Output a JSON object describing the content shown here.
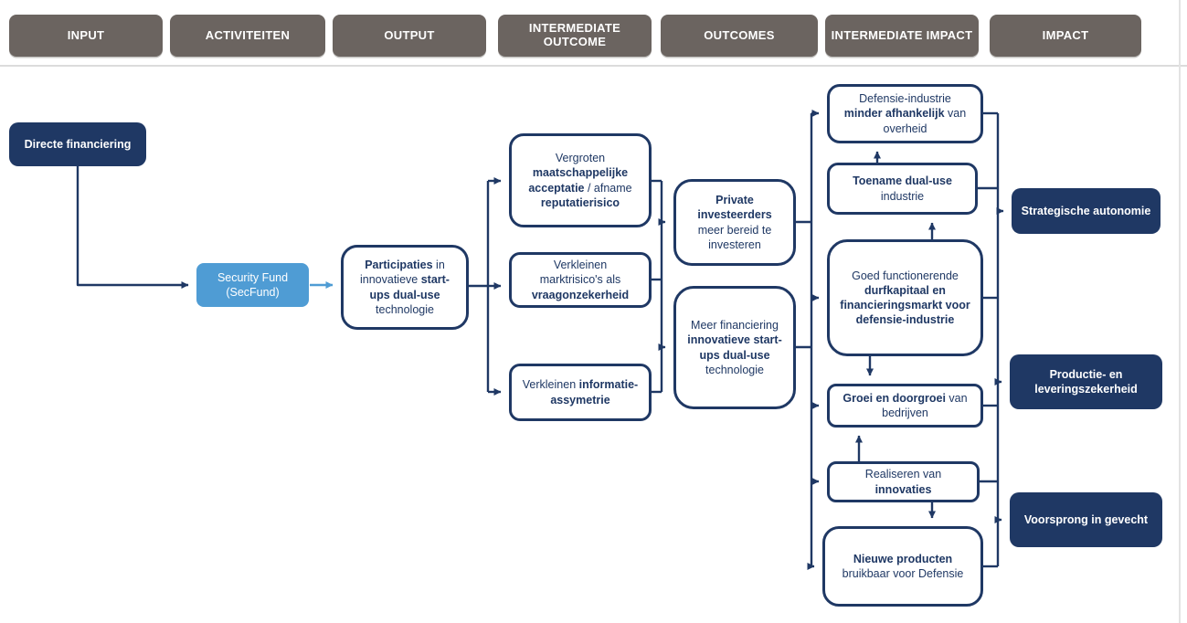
{
  "header": {
    "columns": [
      {
        "label": "INPUT"
      },
      {
        "label": "ACTIVITEITEN"
      },
      {
        "label": "OUTPUT"
      },
      {
        "label": "INTERMEDIATE OUTCOME"
      },
      {
        "label": "OUTCOMES"
      },
      {
        "label": "INTERMEDIATE IMPACT"
      },
      {
        "label": "IMPACT"
      }
    ]
  },
  "colors": {
    "header_bg": "#6b6460",
    "navy": "#1f3864",
    "light_blue": "#4f9cd4",
    "divider": "#dcdcdc"
  },
  "nodes": {
    "directe": {
      "s0": "Directe financiering"
    },
    "secfund": {
      "s0": "Security Fund (SecFund)"
    },
    "participaties": {
      "s0": "Participaties",
      "s1": " in innovatieve ",
      "s2": "start-ups dual-use",
      "s3": " technologie"
    },
    "vergroten": {
      "s0": "Vergroten ",
      "s1": "maatschappelijke acceptatie",
      "s2": " / afname ",
      "s3": "reputatierisico"
    },
    "marktrisico": {
      "s0": "Verkleinen marktrisico's als ",
      "s1": "vraagonzekerheid"
    },
    "informatie": {
      "s0": "Verkleinen ",
      "s1": "informatie-assymetrie"
    },
    "private": {
      "s0": "Private investeerders",
      "s1": " meer bereid te investeren"
    },
    "meer": {
      "s0": "Meer financiering ",
      "s1": "innovatieve start-ups dual-use",
      "s2": " technologie"
    },
    "defensie": {
      "s0": "Defensie-industrie ",
      "s1": "minder afhankelijk",
      "s2": " van overheid"
    },
    "toename": {
      "s0": "Toename dual-use",
      "s1": " industrie"
    },
    "goed": {
      "s0": "Goed functionerende ",
      "s1": "durfkapitaal en financieringsmarkt voor defensie-industrie"
    },
    "groei": {
      "s0": "Groei en doorgroei",
      "s1": " van bedrijven"
    },
    "realiseren": {
      "s0": "Realiseren van ",
      "s1": "innovaties"
    },
    "nieuwe": {
      "s0": "Nieuwe producten",
      "s1": " bruikbaar voor Defensie"
    },
    "strategische": {
      "s0": "Strategische autonomie"
    },
    "productie": {
      "s0": "Productie- en leveringszekerheid"
    },
    "voorsprong": {
      "s0": "Voorsprong in gevecht"
    }
  },
  "edges": [
    {
      "from": "directe-financiering",
      "to": "security-fund"
    },
    {
      "from": "security-fund",
      "to": "participaties"
    },
    {
      "from": "participaties",
      "to": "vergroten-maatschappelijke-acceptatie"
    },
    {
      "from": "participaties",
      "to": "verkleinen-marktrisicos"
    },
    {
      "from": "participaties",
      "to": "verkleinen-informatie-assymetrie"
    },
    {
      "from": "intermediate-outcomes",
      "to": "private-investeerders"
    },
    {
      "from": "intermediate-outcomes",
      "to": "meer-financiering"
    },
    {
      "from": "outcomes",
      "to": "defensie-industrie-minder-afhankelijk"
    },
    {
      "from": "outcomes",
      "to": "goed-functionerende-financieringsmarkt"
    },
    {
      "from": "outcomes",
      "to": "groei-en-doorgroei"
    },
    {
      "from": "outcomes",
      "to": "realiseren-van-innovaties"
    },
    {
      "from": "outcomes",
      "to": "nieuwe-producten"
    },
    {
      "from": "toename-dual-use-industrie",
      "to": "defensie-industrie-minder-afhankelijk"
    },
    {
      "from": "goed-functionerende-financieringsmarkt",
      "to": "toename-dual-use-industrie"
    },
    {
      "from": "goed-functionerende-financieringsmarkt",
      "to": "groei-en-doorgroei"
    },
    {
      "from": "realiseren-van-innovaties",
      "to": "groei-en-doorgroei"
    },
    {
      "from": "realiseren-van-innovaties",
      "to": "nieuwe-producten"
    },
    {
      "from": "intermediate-impacts",
      "to": "strategische-autonomie"
    },
    {
      "from": "intermediate-impacts",
      "to": "productie-en-leveringszekerheid"
    },
    {
      "from": "intermediate-impacts",
      "to": "voorsprong-in-gevecht"
    }
  ]
}
